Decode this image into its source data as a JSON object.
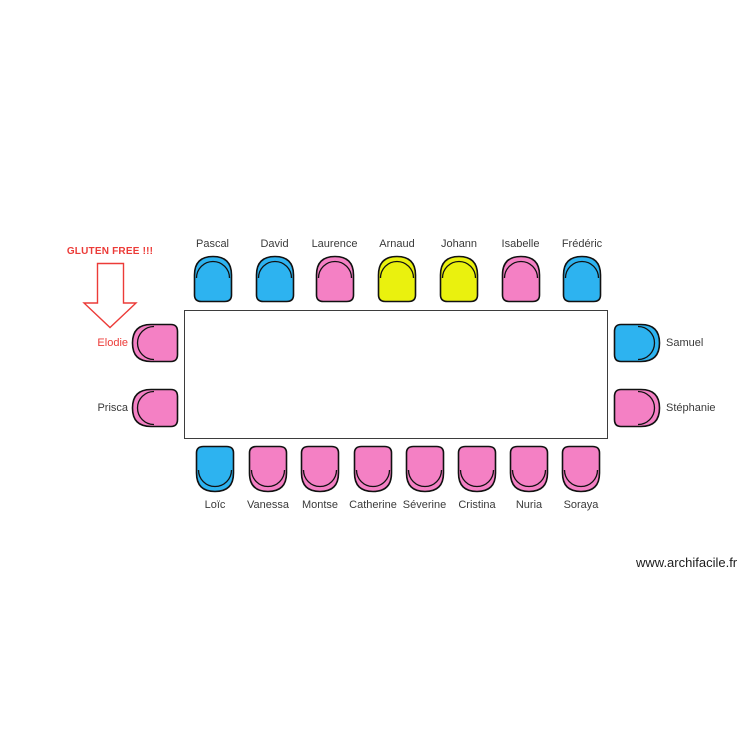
{
  "plan": {
    "table_shape": "rectangle",
    "table_fill": "#ffffff"
  },
  "annotation": {
    "gluten_free_label": "GLUTEN FREE !!!",
    "color": "#ec3b38",
    "arrow_direction": "down"
  },
  "watermark": "www.archifacile.fr",
  "palette": {
    "blue": "#2db3f0",
    "pink": "#f480c4",
    "yellow": "#eaf10e",
    "red": "#ec3b38",
    "chair_outline": "#111111",
    "table_border": "#3d3d3d",
    "label": "#3a3a3a"
  },
  "seats": {
    "top": [
      {
        "name": "Pascal",
        "color": "blue"
      },
      {
        "name": "David",
        "color": "blue"
      },
      {
        "name": "Laurence",
        "color": "pink"
      },
      {
        "name": "Arnaud",
        "color": "yellow"
      },
      {
        "name": "Johann",
        "color": "yellow"
      },
      {
        "name": "Isabelle",
        "color": "pink"
      },
      {
        "name": "Frédéric",
        "color": "blue"
      }
    ],
    "bottom": [
      {
        "name": "Loïc",
        "color": "blue"
      },
      {
        "name": "Vanessa",
        "color": "pink"
      },
      {
        "name": "Montse",
        "color": "pink"
      },
      {
        "name": "Catherine",
        "color": "pink"
      },
      {
        "name": "Séverine",
        "color": "pink"
      },
      {
        "name": "Cristina",
        "color": "pink"
      },
      {
        "name": "Nuria",
        "color": "pink"
      },
      {
        "name": "Soraya",
        "color": "pink"
      }
    ],
    "left": [
      {
        "name": "Elodie",
        "color": "pink",
        "label_color": "red"
      },
      {
        "name": "Prisca",
        "color": "pink"
      }
    ],
    "right": [
      {
        "name": "Samuel",
        "color": "blue"
      },
      {
        "name": "Stéphanie",
        "color": "pink"
      }
    ]
  }
}
